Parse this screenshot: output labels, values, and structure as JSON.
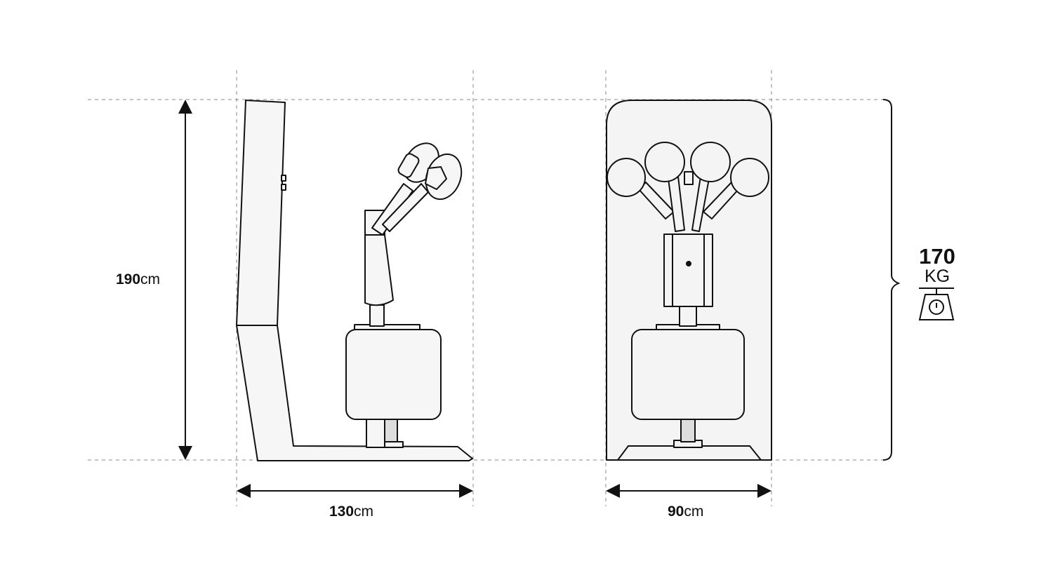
{
  "dimensions": {
    "height": {
      "value": "190",
      "unit": "cm"
    },
    "depth": {
      "value": "130",
      "unit": "cm"
    },
    "width": {
      "value": "90",
      "unit": "cm"
    },
    "weight": {
      "value": "170",
      "unit": "KG"
    }
  },
  "icons": [
    "scale-icon",
    "arrow-icon",
    "brace-icon"
  ],
  "colors": {
    "line": "#111111",
    "dashed": "#888888",
    "fill": "#f4f4f4"
  }
}
